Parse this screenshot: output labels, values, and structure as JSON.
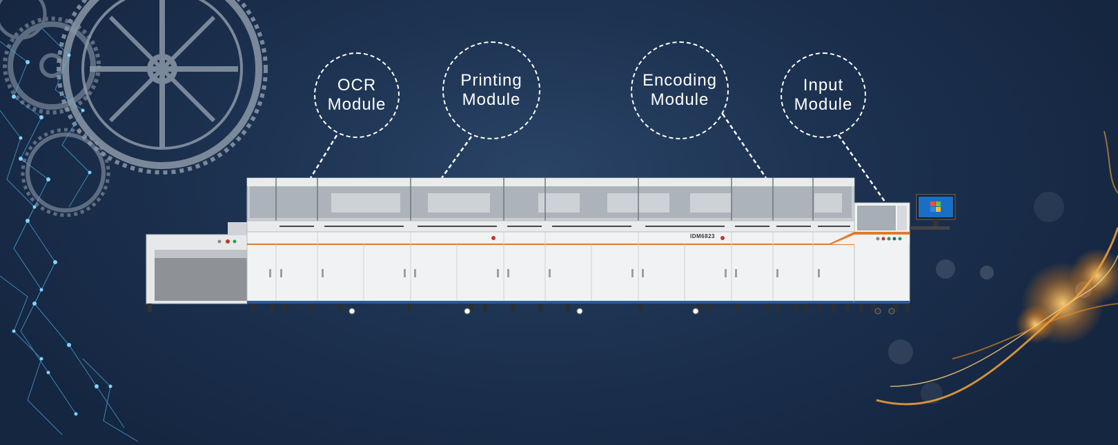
{
  "modules": [
    {
      "line1": "OCR",
      "line2": "Module"
    },
    {
      "line1": "Printing",
      "line2": "Module"
    },
    {
      "line1": "Encoding",
      "line2": "Module"
    },
    {
      "line1": "Input",
      "line2": "Module"
    }
  ],
  "machine": {
    "model": "IDM6823"
  },
  "colors": {
    "background": "#1d3352",
    "accent_orange": "#e07b2a",
    "machine_body": "#f1f2f3",
    "rail_blue": "#2d5b9a"
  }
}
